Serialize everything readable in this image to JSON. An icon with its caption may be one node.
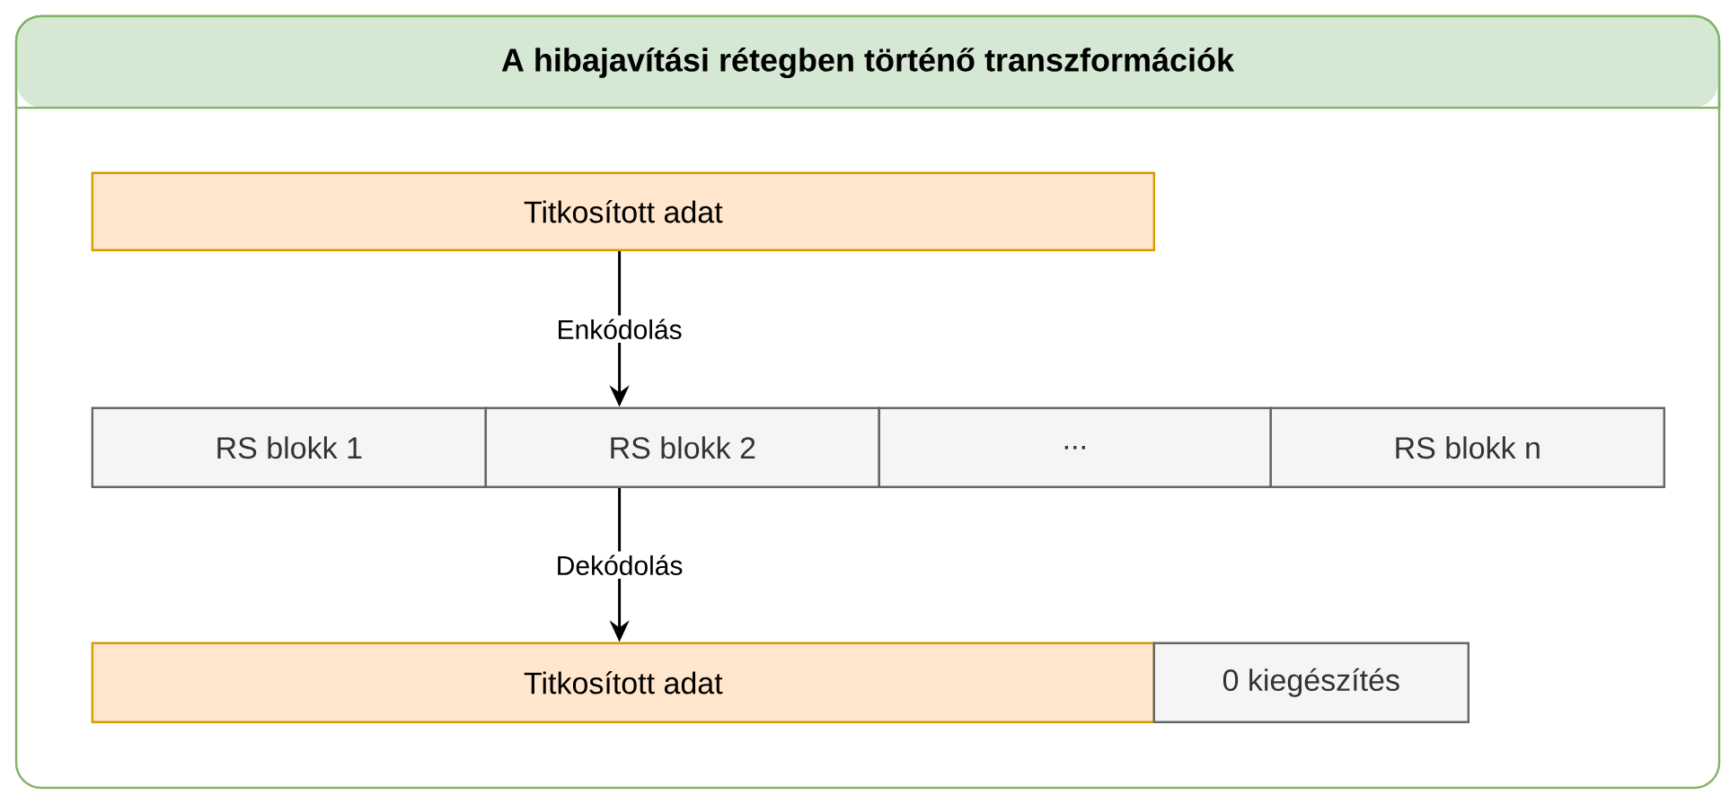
{
  "diagram": {
    "nodes": [
      {
        "text": [
          "A hibajavítási rétegben történő transzformációk"
        ]
      },
      {
        "text": [
          "Titkosított adat"
        ],
        "in": 0
      },
      {
        "text": [
          "RS blokk 1"
        ],
        "in": 0
      },
      {
        "text": [
          "RS blokk 2"
        ],
        "in": 0
      },
      {
        "text": [
          "..."
        ],
        "in": 0
      },
      {
        "text": [
          "RS blokk n"
        ],
        "in": 0
      },
      {
        "text": [
          "Titkosított adat"
        ],
        "in": 0
      },
      {
        "text": [
          "0 kiegészítés"
        ],
        "in": 0
      }
    ],
    "edges": [
      {
        "from": 1,
        "to": 3,
        "arrow": "to",
        "label": "Enkódolás"
      },
      {
        "from": 3,
        "to": 6,
        "arrow": "to",
        "label": "Dekódolás"
      }
    ]
  }
}
